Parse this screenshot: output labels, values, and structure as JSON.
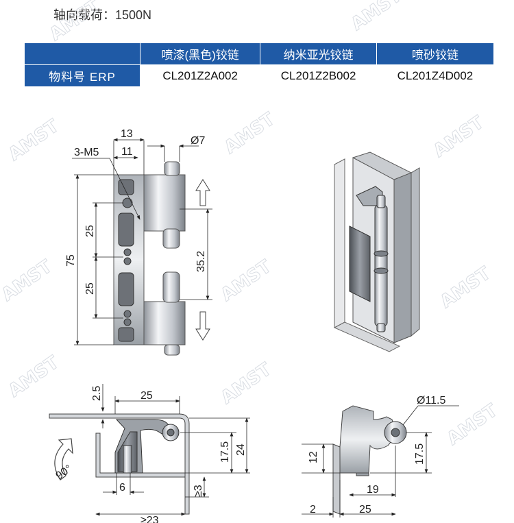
{
  "load": {
    "label": "轴向载荷：",
    "value": "1500N"
  },
  "table": {
    "columns": [
      "喷漆(黑色)铰链",
      "纳米亚光铰链",
      "喷砂铰链"
    ],
    "row_label": "物料号 ERP",
    "codes": [
      "CL201Z2A002",
      "CL201Z2B002",
      "CL201Z4D002"
    ]
  },
  "front_view": {
    "dims": {
      "w13": "13",
      "w11": "11",
      "thread": "3-M5",
      "pin_dia": "Ø7",
      "h75": "75",
      "p25a": "25",
      "p25b": "25",
      "stroke": "35.2"
    }
  },
  "section_view": {
    "dims": {
      "t": "2.5",
      "w25": "25",
      "h17": "17.5",
      "h24": "24",
      "o6": "6",
      "gap": "≥3",
      "gap2": "≥23",
      "angle": "90°"
    }
  },
  "side_view": {
    "dims": {
      "dia": "Ø11.5",
      "h12": "12",
      "h17": "17.5",
      "w19": "19",
      "w2": "2",
      "w25": "25"
    }
  },
  "watermark": "AMST"
}
